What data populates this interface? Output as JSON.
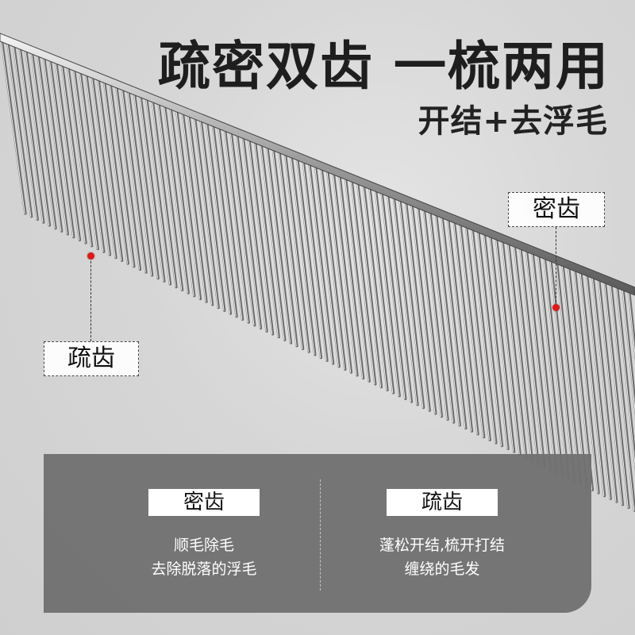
{
  "headline": "疏密双齿 一梳两用",
  "subheadline": "开结+去浮毛",
  "callout_dense": "密齿",
  "callout_sparse": "疏齿",
  "colors": {
    "accent_dot": "#e01818",
    "panel": "#707070"
  },
  "panel": {
    "left": {
      "tag": "密齿",
      "line1": "顺毛除毛",
      "line2": "去除脱落的浮毛"
    },
    "right": {
      "tag": "疏齿",
      "line1": "蓬松开结,梳开打结",
      "line2": "缠绕的毛发"
    }
  }
}
